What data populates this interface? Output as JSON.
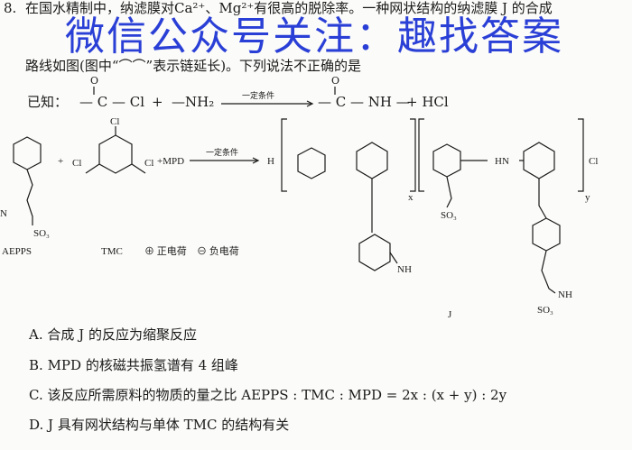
{
  "question": {
    "number": "8.",
    "line1": "在国水精制中，纳滤膜对Ca²⁺、Mg²⁺有很高的脱除率。一种网状结构的纳滤膜 J 的合成",
    "line2": "路线如图(图中“⌒⌒”表示链延长)。下列说法不正确的是"
  },
  "watermark": "微信公众号关注：趣找答案",
  "known": {
    "label": "已知：",
    "reactant1": "— C — Cl",
    "plus1": "+",
    "reactant2": "—NH₂",
    "condition": "一定条件",
    "product": "— C — NH —",
    "byproduct": "+ HCl",
    "oxygen": "O"
  },
  "scheme": {
    "aepps": "AEPPS",
    "tmc": "TMC",
    "plus": "+",
    "mpd": "+MPD",
    "condition": "一定条件",
    "positive_legend": "⊕ 正电荷",
    "negative_legend": "⊖ 负电荷",
    "product_label": "J",
    "x": "x",
    "y": "y",
    "cl": "Cl",
    "h": "H",
    "nh": "NH",
    "so3": "SO₃",
    "n": "N",
    "hn": "HN"
  },
  "options": [
    {
      "letter": "A.",
      "text": "合成 J 的反应为缩聚反应"
    },
    {
      "letter": "B.",
      "text": "MPD 的核磁共振氢谱有 4 组峰"
    },
    {
      "letter": "C.",
      "text": "该反应所需原料的物质的量之比 AEPPS : TMC : MPD = 2x : (x + y) : 2y"
    },
    {
      "letter": "D.",
      "text": "J 具有网状结构与单体 TMC 的结构有关"
    }
  ]
}
